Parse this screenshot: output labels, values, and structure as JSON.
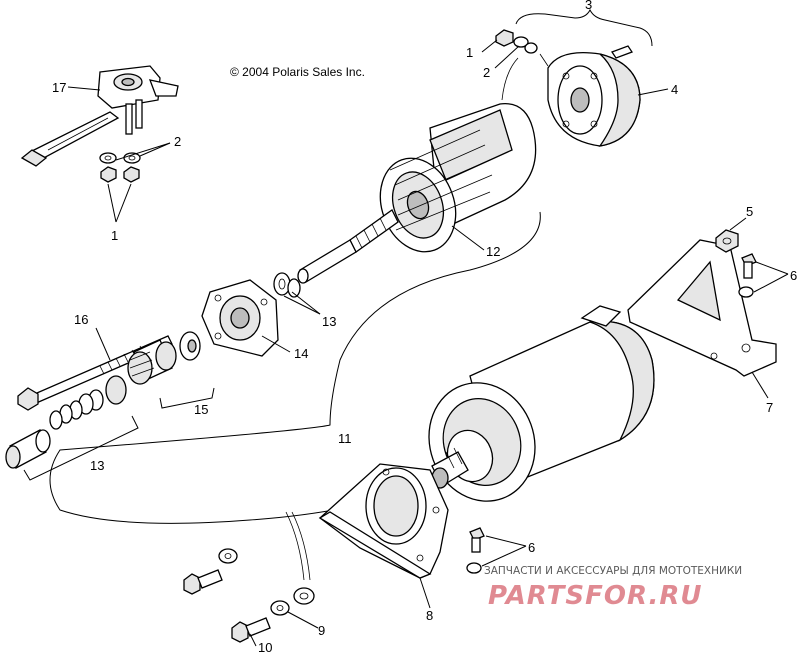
{
  "diagram": {
    "copyright": "© 2004 Polaris Sales Inc.",
    "callouts": {
      "c1a": "1",
      "c1b": "1",
      "c2a": "2",
      "c2b": "2",
      "c3": "3",
      "c4": "4",
      "c5": "5",
      "c6a": "6",
      "c6b": "6",
      "c7": "7",
      "c8": "8",
      "c9": "9",
      "c10": "10",
      "c11": "11",
      "c12": "12",
      "c13a": "13",
      "c13b": "13",
      "c14": "14",
      "c15": "15",
      "c16": "16",
      "c17": "17"
    },
    "watermark": {
      "tagline": "ЗАПЧАСТИ И АКСЕССУАРЫ ДЛЯ МОТОТЕХНИКИ",
      "brand": "PARTSFOR.RU",
      "accent_color": "#e08a92"
    }
  }
}
